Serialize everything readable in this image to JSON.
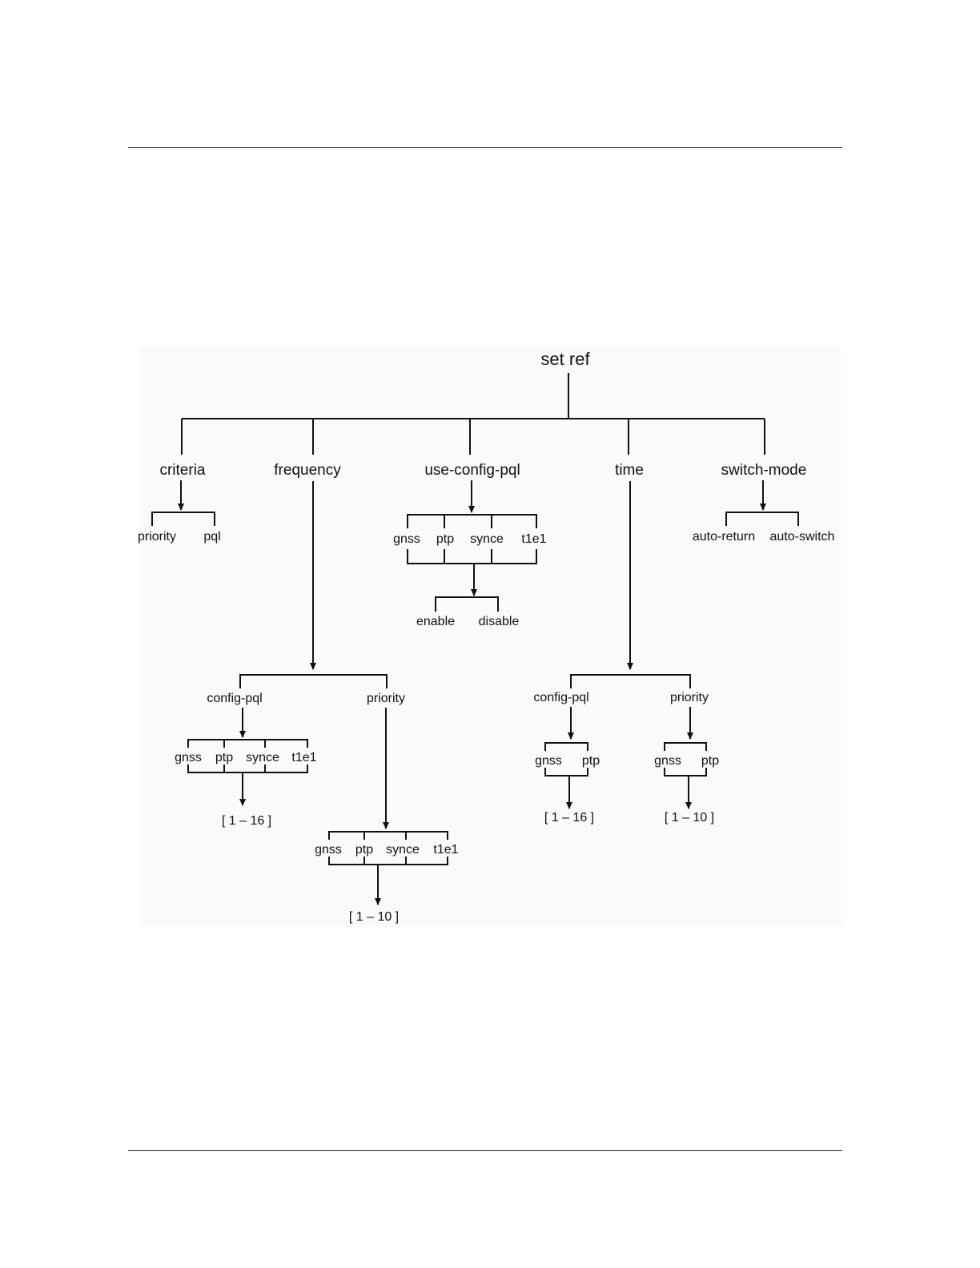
{
  "diagram": {
    "root": "set  ref",
    "criteria": {
      "label": "criteria",
      "options": [
        "priority",
        "pql"
      ]
    },
    "frequency": {
      "label": "frequency",
      "config_pql": {
        "label": "config-pql",
        "refs": [
          "gnss",
          "ptp",
          "synce",
          "t1e1"
        ],
        "range": "[ 1 – 16 ]"
      },
      "priority": {
        "label": "priority",
        "refs": [
          "gnss",
          "ptp",
          "synce",
          "t1e1"
        ],
        "range": "[ 1 – 10 ]"
      }
    },
    "use_config_pql": {
      "label": "use-config-pql",
      "refs": [
        "gnss",
        "ptp",
        "synce",
        "t1e1"
      ],
      "states": [
        "enable",
        "disable"
      ]
    },
    "time": {
      "label": "time",
      "config_pql": {
        "label": "config-pql",
        "refs": [
          "gnss",
          "ptp"
        ],
        "range": "[ 1 – 16 ]"
      },
      "priority": {
        "label": "priority",
        "refs": [
          "gnss",
          "ptp"
        ],
        "range": "[ 1 – 10 ]"
      }
    },
    "switch_mode": {
      "label": "switch-mode",
      "options": [
        "auto-return",
        "auto-switch"
      ]
    }
  }
}
